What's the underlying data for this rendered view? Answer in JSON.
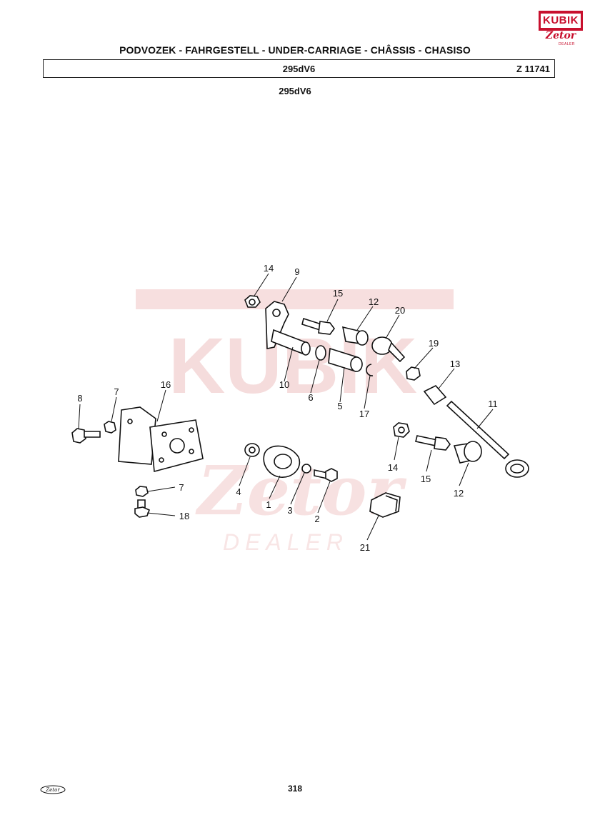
{
  "header": {
    "title": "PODVOZEK - FAHRGESTELL - UNDER-CARRIAGE - CHÂSSIS - CHASISO",
    "model": "295dV6",
    "code": "Z 11741"
  },
  "sub_model": "295dV6",
  "logo": {
    "brand": "KUBIK",
    "make": "Zetor",
    "tag": "DEALER"
  },
  "watermark": {
    "brand": "KUBIK",
    "make": "Zetor",
    "tag": "DEALER",
    "color": "#e8a0a0"
  },
  "callouts": {
    "c14a": "14",
    "c9": "9",
    "c15a": "15",
    "c12a": "12",
    "c20": "20",
    "c10": "10",
    "c6": "6",
    "c5": "5",
    "c17": "17",
    "c19": "19",
    "c13": "13",
    "c11": "11",
    "c8": "8",
    "c7a": "7",
    "c16": "16",
    "c4": "4",
    "c1": "1",
    "c3": "3",
    "c2": "2",
    "c14b": "14",
    "c15b": "15",
    "c12b": "12",
    "c7b": "7",
    "c18": "18",
    "c21": "21"
  },
  "footer": {
    "page": "318",
    "logo_text": "Zetor"
  },
  "colors": {
    "brand_red": "#c8102e",
    "ink": "#111111"
  }
}
